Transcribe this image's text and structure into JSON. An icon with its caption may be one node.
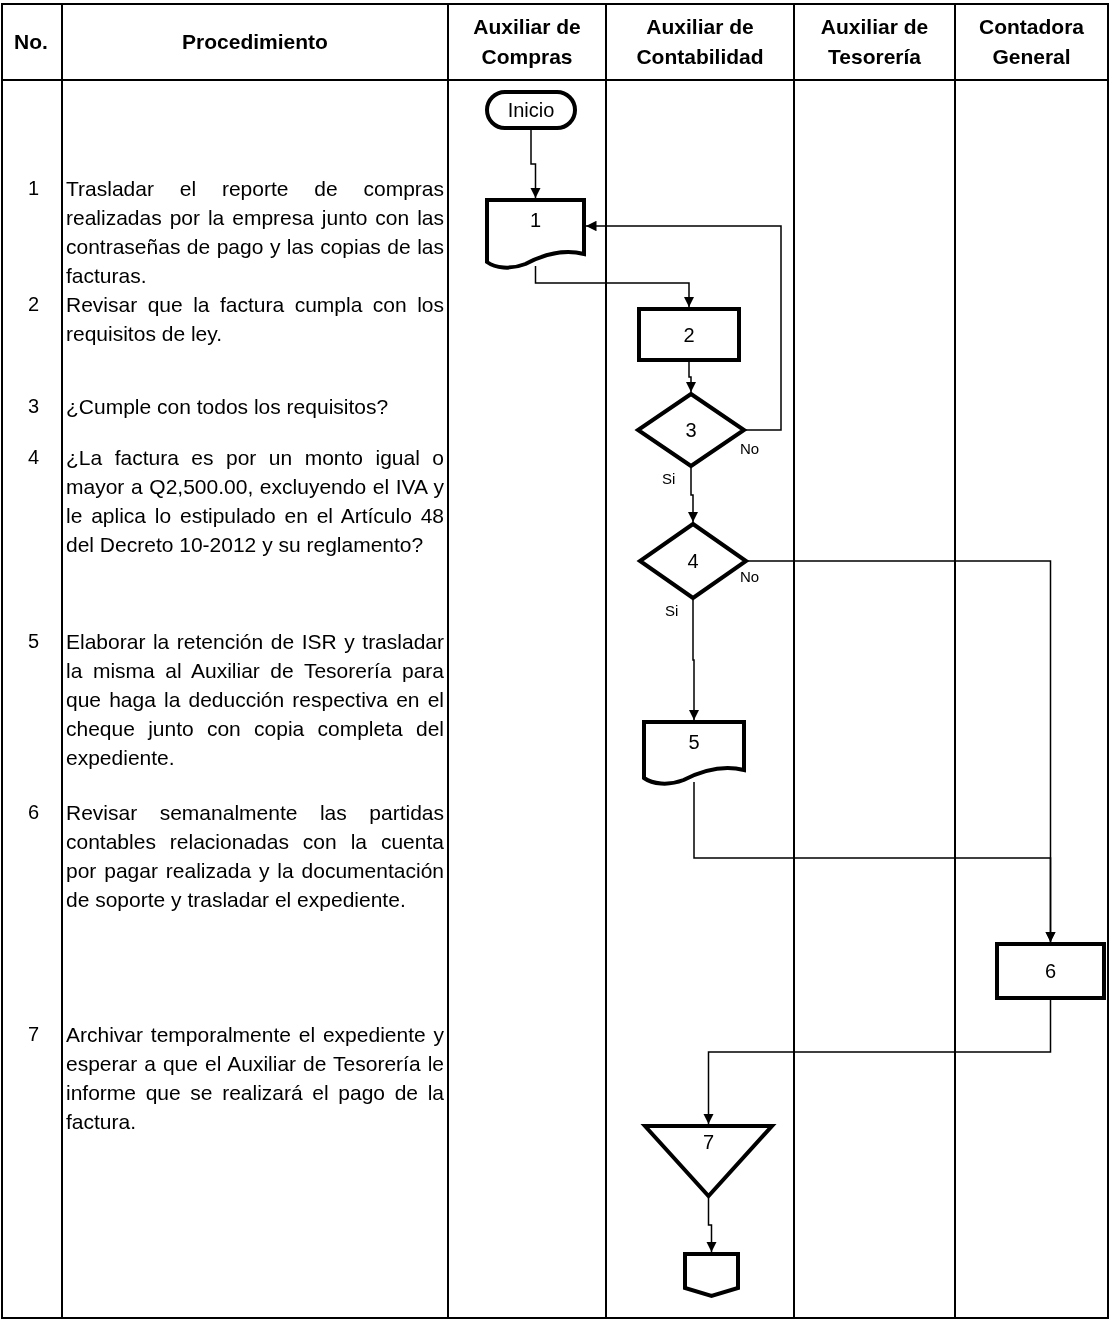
{
  "diagram": {
    "nodes": [
      {
        "text": [
          "Inicio"
        ]
      },
      {
        "text": [
          "1"
        ]
      },
      {
        "text": [
          "2"
        ]
      },
      {
        "text": [
          "3"
        ]
      },
      {
        "text": [
          "4"
        ]
      },
      {
        "text": [
          "5"
        ]
      },
      {
        "text": [
          "6"
        ]
      },
      {
        "text": [
          "7"
        ]
      },
      {
        "text": [],
        "shape": "pentagon"
      }
    ],
    "edges": [
      {
        "from": 0,
        "to": 1,
        "arrow": "to"
      },
      {
        "from": 1,
        "to": 2,
        "arrow": "to"
      },
      {
        "from": 2,
        "to": 3,
        "arrow": "to"
      },
      {
        "from": 3,
        "to": 1,
        "arrow": "to",
        "label": "No"
      },
      {
        "from": 3,
        "to": 4,
        "arrow": "to",
        "label": "Si"
      },
      {
        "from": 4,
        "to": 6,
        "arrow": "to",
        "label": "No"
      },
      {
        "from": 4,
        "to": 5,
        "arrow": "to",
        "label": "Si"
      },
      {
        "from": 5,
        "to": 6,
        "arrow": "to"
      },
      {
        "from": 6,
        "to": 7,
        "arrow": "to"
      },
      {
        "from": 7,
        "to": 8,
        "arrow": "to"
      }
    ],
    "labels": [
      "No.",
      "Procedimiento",
      "Auxiliar de Compras",
      "Auxiliar de Contabilidad",
      "Auxiliar de Tesorería",
      "Contadora General",
      "1",
      "Trasladar el reporte de compras realizadas por la empresa junto con las contraseñas de pago y las copias de las facturas.",
      "2",
      "Revisar que la factura cumpla con los requisitos de ley.",
      "3",
      "¿Cumple con todos los requisitos?",
      "4",
      "¿La factura es por un monto igual o mayor a Q2,500.00, excluyendo el IVA y le aplica lo estipulado en el Artículo 48 del Decreto 10-2012 y su reglamento?",
      "5",
      "Elaborar la retención de ISR y trasladar la misma al Auxiliar de Tesorería para que haga la deducción respectiva en el cheque junto con copia completa del expediente.",
      "6",
      "Revisar semanalmente las partidas contables relacionadas con la cuenta por pagar realizada y la documentación de soporte y trasladar el expediente.",
      "7",
      "Archivar temporalmente el expediente y esperar a que el Auxiliar de Tesorería le informe que se realizará el pago de la factura."
    ]
  }
}
